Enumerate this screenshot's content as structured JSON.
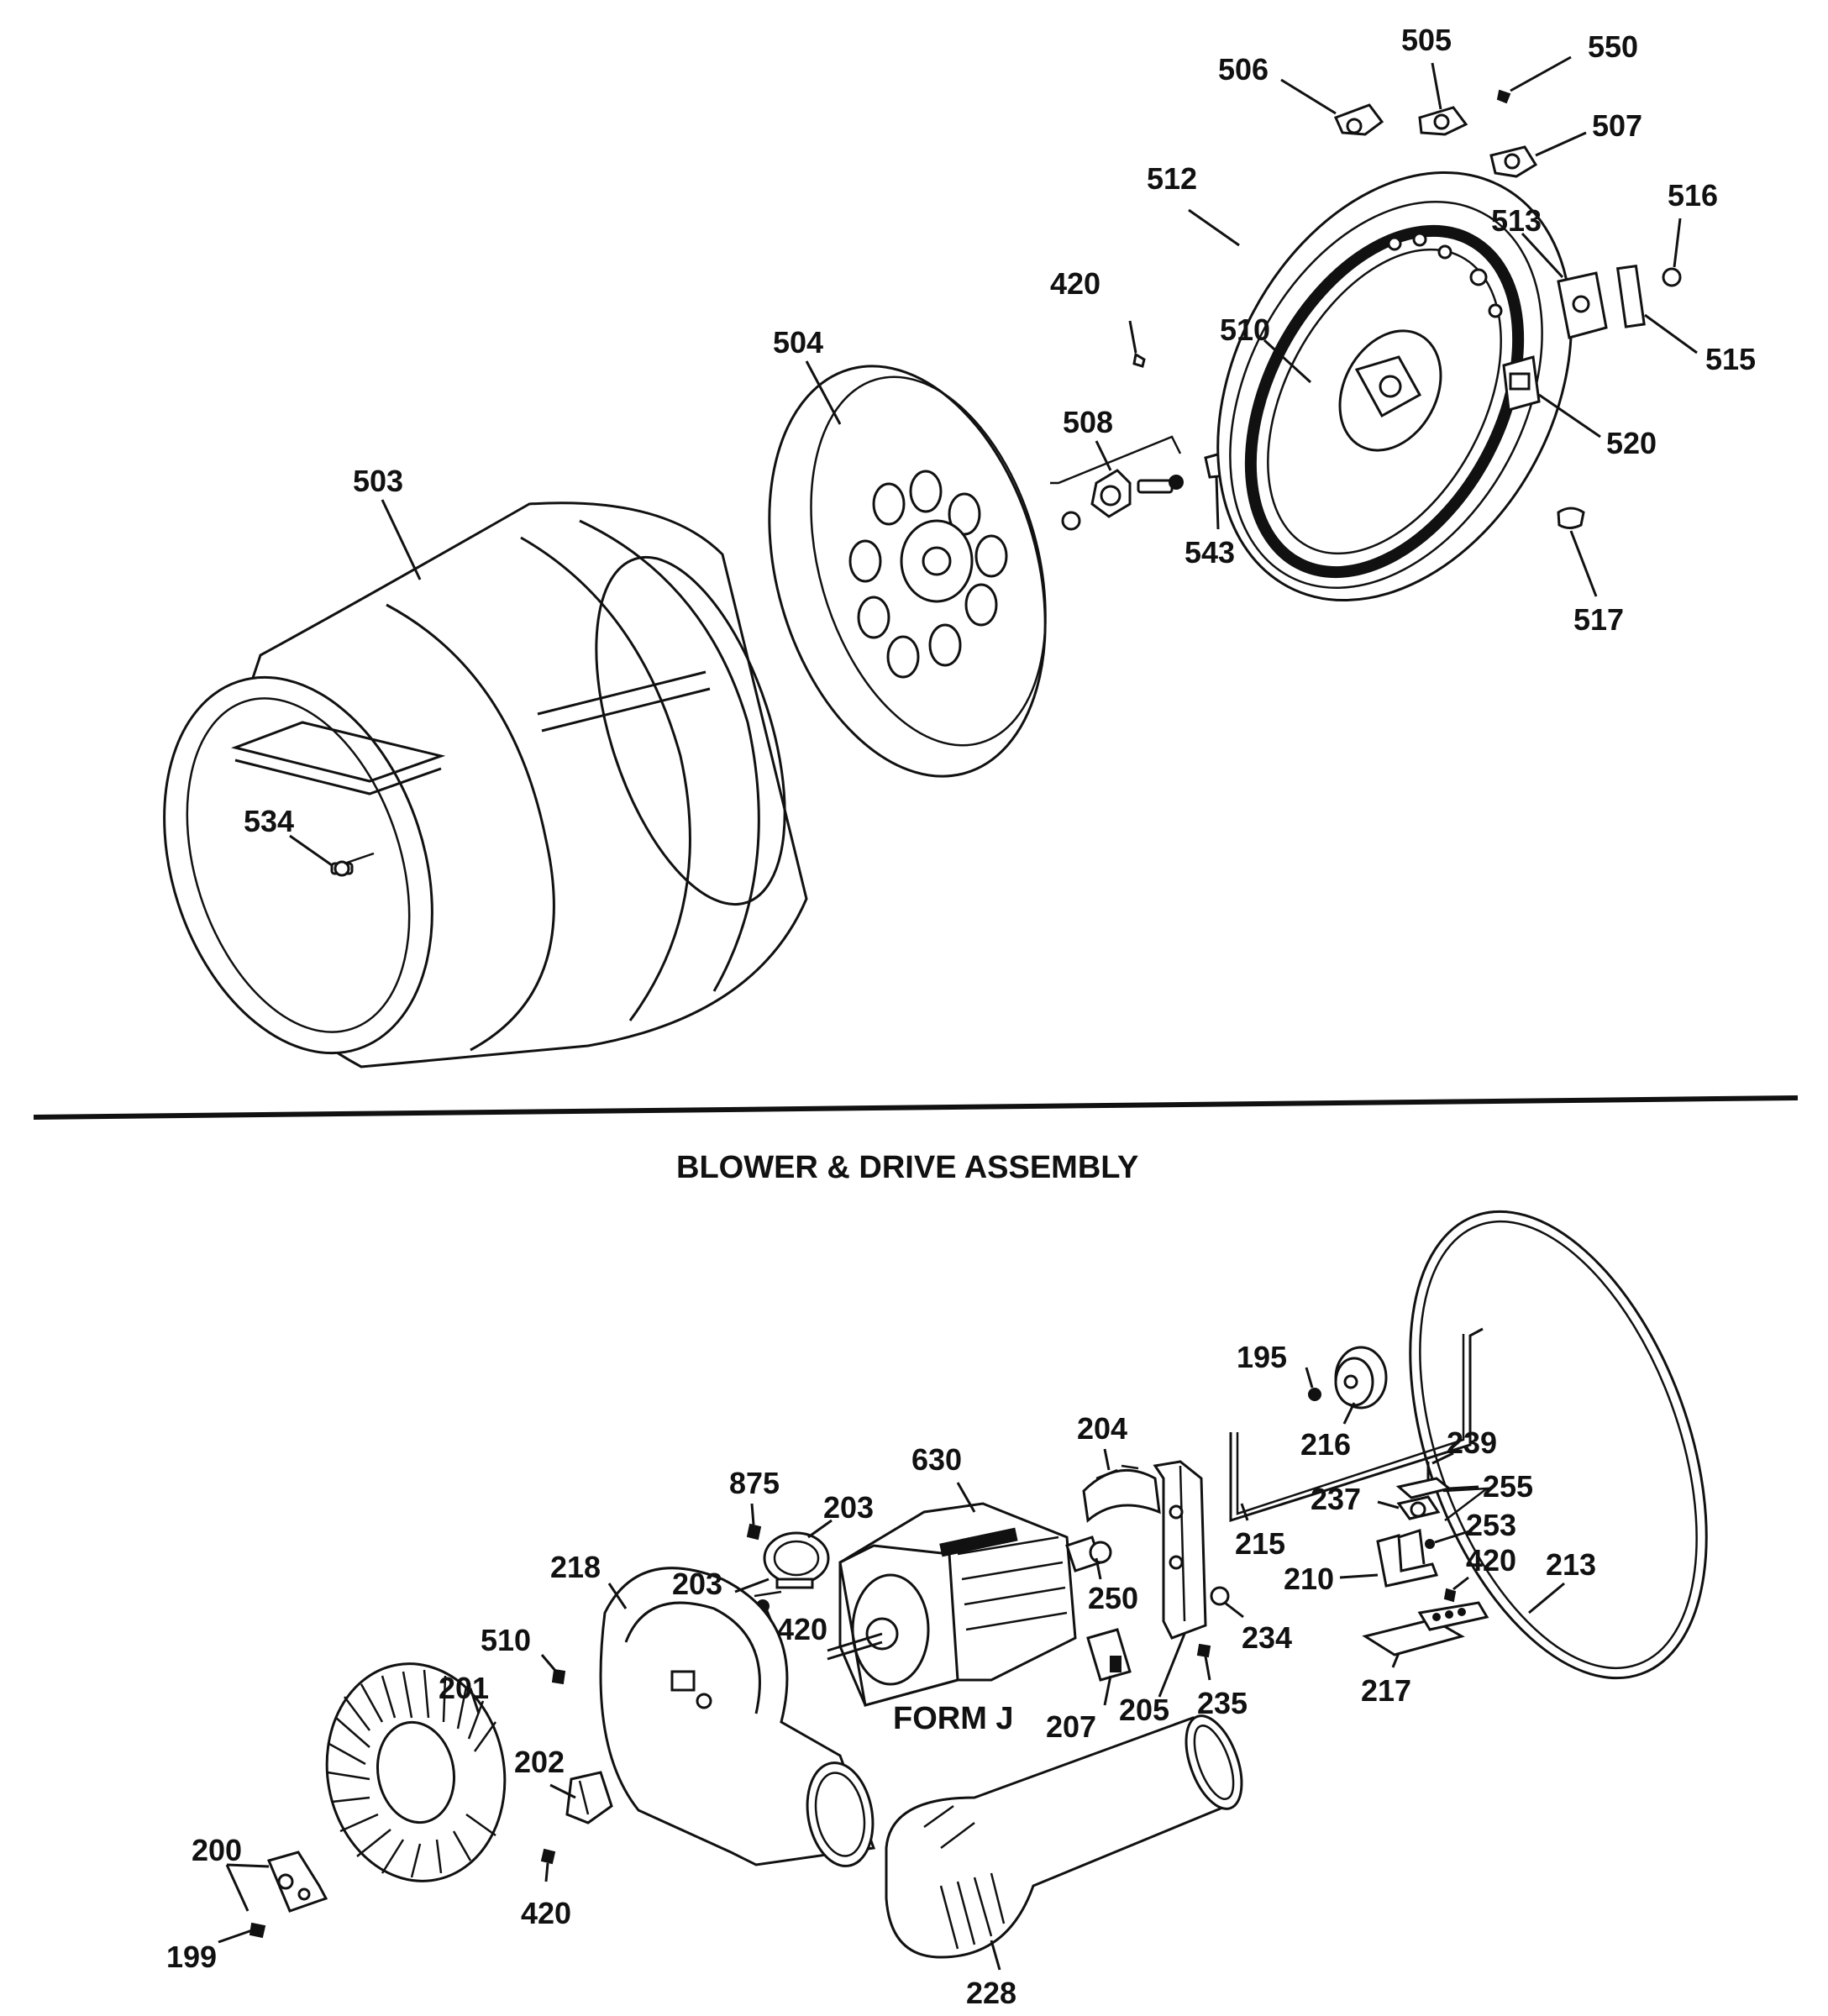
{
  "drum_assembly": {
    "labels": {
      "p503": "503",
      "p504": "504",
      "p534": "534",
      "p508": "508",
      "p420a": "420",
      "p543": "543",
      "p510a": "510",
      "p512": "512",
      "p506": "506",
      "p505": "505",
      "p550": "550",
      "p507": "507",
      "p513": "513",
      "p516": "516",
      "p515": "515",
      "p520": "520",
      "p517": "517"
    }
  },
  "blower_drive_assembly": {
    "title": "BLOWER & DRIVE ASSEMBLY",
    "form_label": "FORM J",
    "labels": {
      "p195": "195",
      "p216": "216",
      "p239": "239",
      "p255": "255",
      "p237": "237",
      "p253": "253",
      "p215": "215",
      "p210": "210",
      "p420d": "420",
      "p213": "213",
      "p204": "204",
      "p630": "630",
      "p875": "875",
      "p203a": "203",
      "p203b": "203",
      "p218": "218",
      "p420b": "420",
      "p250": "250",
      "p234": "234",
      "p510b": "510",
      "p201": "201",
      "p207": "207",
      "p205": "205",
      "p235": "235",
      "p217": "217",
      "p202": "202",
      "p200": "200",
      "p199": "199",
      "p420c": "420",
      "p228": "228"
    }
  }
}
